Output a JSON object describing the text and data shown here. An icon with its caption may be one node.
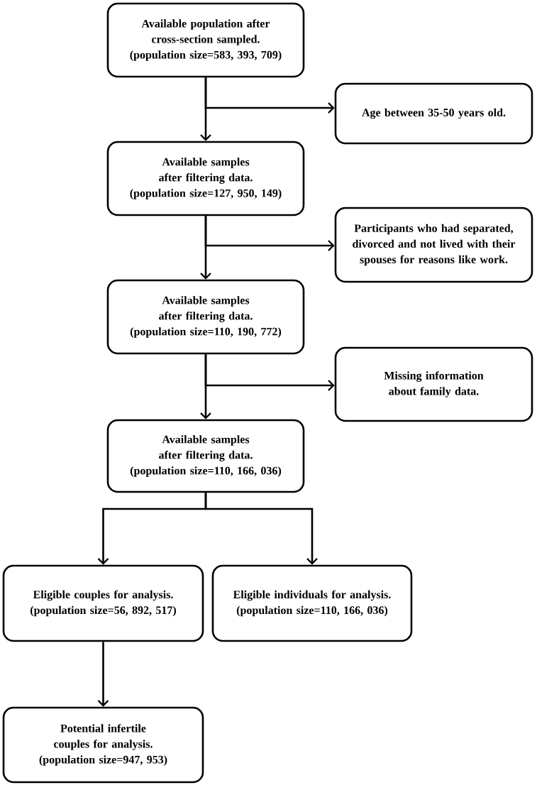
{
  "diagram": {
    "nodes": [
      {
        "text": [
          "Available population after cross-section sampled.",
          "(population size=583, 393, 709)"
        ]
      },
      {
        "text": [
          "Age between 35-50 years old."
        ]
      },
      {
        "text": [
          "Available samples after filtering data.",
          "(population size=127, 950, 149)"
        ]
      },
      {
        "text": [
          "Participants who had separated, divorced and not lived with their spouses for reasons like work."
        ]
      },
      {
        "text": [
          "Available samples after filtering data.",
          "(population size=110, 190, 772)"
        ]
      },
      {
        "text": [
          "Missing information about family data."
        ]
      },
      {
        "text": [
          "Available samples after filtering data.",
          "(population size=110, 166, 036)"
        ]
      },
      {
        "text": [
          "Eligible couples for analysis.",
          "(population size=56, 892, 517)"
        ]
      },
      {
        "text": [
          "Eligible individuals for analysis.",
          "(population size=110, 166, 036)"
        ]
      },
      {
        "text": [
          "Potential infertile couples for analysis.",
          "(population size=947, 953)"
        ]
      }
    ],
    "edges": [
      {
        "from": 0,
        "to": 2,
        "arrow": "to"
      },
      {
        "from": 0,
        "to": 1,
        "arrow": "to"
      },
      {
        "from": 2,
        "to": 4,
        "arrow": "to"
      },
      {
        "from": 2,
        "to": 3,
        "arrow": "to"
      },
      {
        "from": 4,
        "to": 6,
        "arrow": "to"
      },
      {
        "from": 4,
        "to": 5,
        "arrow": "to"
      },
      {
        "from": 6,
        "to": 7,
        "arrow": "to"
      },
      {
        "from": 6,
        "to": 8,
        "arrow": "to"
      },
      {
        "from": 7,
        "to": 9,
        "arrow": "to"
      }
    ]
  }
}
